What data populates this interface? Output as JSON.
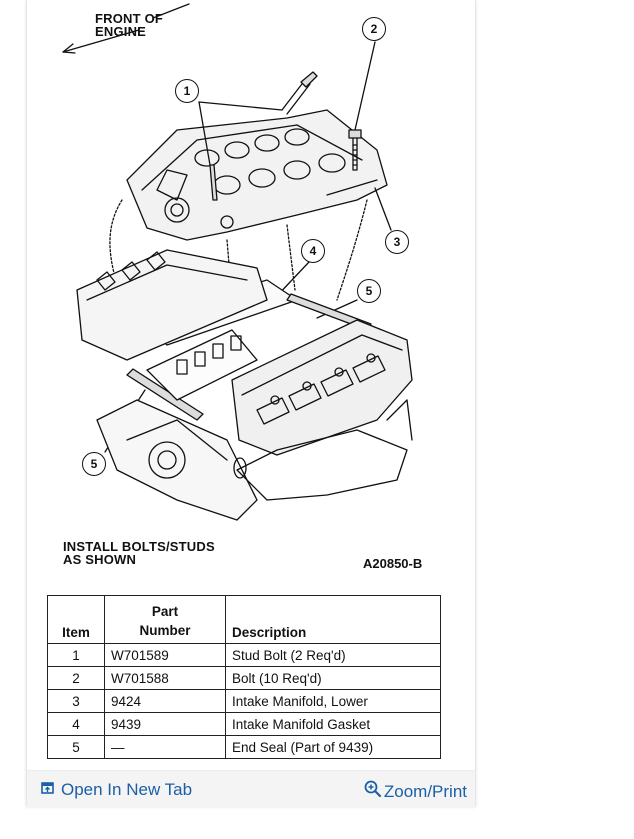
{
  "figure": {
    "front_label_line1": "FRONT OF",
    "front_label_line2": "ENGINE",
    "install_line1": "INSTALL BOLTS/STUDS",
    "install_line2": "AS SHOWN",
    "figure_id": "A20850-B",
    "callouts": [
      "1",
      "2",
      "3",
      "4",
      "5",
      "5"
    ]
  },
  "table": {
    "headers": {
      "item": "Item",
      "part_line1": "Part",
      "part_line2": "Number",
      "description": "Description"
    },
    "rows": [
      {
        "item": "1",
        "part": "W701589",
        "description": "Stud Bolt (2 Req'd)"
      },
      {
        "item": "2",
        "part": "W701588",
        "description": "Bolt (10 Req'd)"
      },
      {
        "item": "3",
        "part": "9424",
        "description": "Intake Manifold, Lower"
      },
      {
        "item": "4",
        "part": "9439",
        "description": "Intake Manifold Gasket"
      },
      {
        "item": "5",
        "part": "—",
        "description": "End Seal (Part of 9439)"
      }
    ]
  },
  "footer": {
    "open_tab": "Open In New Tab",
    "zoom_print": "Zoom/Print",
    "open_icon": "open-in-new-tab-icon",
    "zoom_icon": "zoom-in-icon",
    "link_color": "#1b5fa8"
  }
}
